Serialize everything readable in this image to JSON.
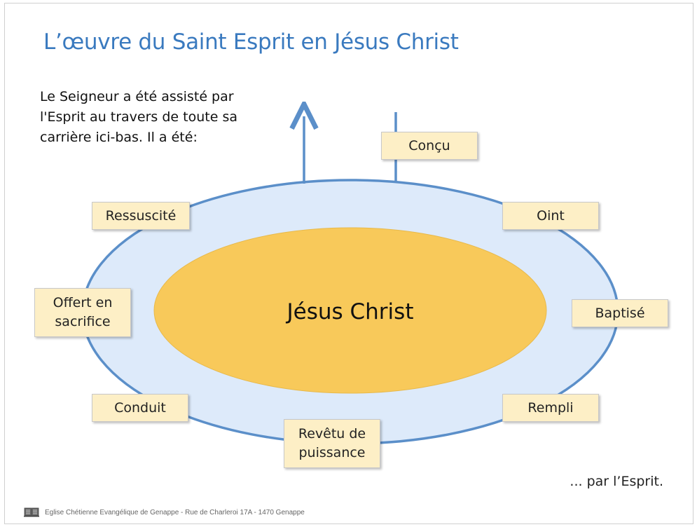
{
  "title": "L’œuvre du Saint Esprit en Jésus Christ",
  "intro_text": "Le Seigneur a été assisté par l'Esprit au travers de toute sa carrière ici-bas. Il a été:",
  "center_label": "Jésus Christ",
  "labels": {
    "concu": "Conçu",
    "oint": "Oint",
    "baptise": "Baptisé",
    "rempli": "Rempli",
    "revetu": "Revêtu de puissance",
    "conduit": "Conduit",
    "offert": "Offert en sacrifice",
    "ressuscite": "Ressuscité"
  },
  "tail_text": "... par l’Esprit.",
  "footer_text": "Eglise Chétienne Evangélique de Genappe - Rue de Charleroi 17A - 1470 Genappe",
  "colors": {
    "title": "#3a7abf",
    "outer_ellipse_fill": "#ddeafa",
    "outer_ellipse_stroke": "#5b8fc9",
    "inner_ellipse_fill": "#f8c95a",
    "label_fill": "#fdefc6"
  },
  "icons": {
    "footer": "book-icon"
  }
}
